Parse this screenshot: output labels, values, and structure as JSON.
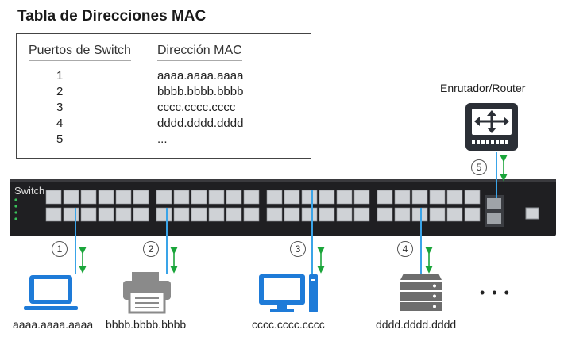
{
  "title": "Tabla de Direcciones MAC",
  "table": {
    "headers": [
      "Puertos de Switch",
      "Dirección MAC"
    ],
    "rows": [
      {
        "port": "1",
        "mac": "aaaa.aaaa.aaaa"
      },
      {
        "port": "2",
        "mac": "bbbb.bbbb.bbbb"
      },
      {
        "port": "3",
        "mac": "cccc.cccc.cccc"
      },
      {
        "port": "4",
        "mac": "dddd.dddd.dddd"
      },
      {
        "port": "5",
        "mac": "..."
      }
    ]
  },
  "router": {
    "label": "Enrutador/Router",
    "number": "5"
  },
  "switch": {
    "label": "Switch"
  },
  "devices": [
    {
      "icon": "laptop-icon",
      "number": "1",
      "label": "aaaa.aaaa.aaaa"
    },
    {
      "icon": "printer-icon",
      "number": "2",
      "label": "bbbb.bbbb.bbbb"
    },
    {
      "icon": "desktop-pc-icon",
      "number": "3",
      "label": "cccc.cccc.cccc"
    },
    {
      "icon": "server-icon",
      "number": "4",
      "label": "dddd.dddd.dddd"
    }
  ],
  "more": "• • •",
  "colors": {
    "device_blue": "#1e7bd8",
    "link_cyan": "#3aa4e8",
    "arrow_green": "#1aa53a",
    "device_gray": "#8a8a8a",
    "server_gray": "#6d6d6d"
  }
}
